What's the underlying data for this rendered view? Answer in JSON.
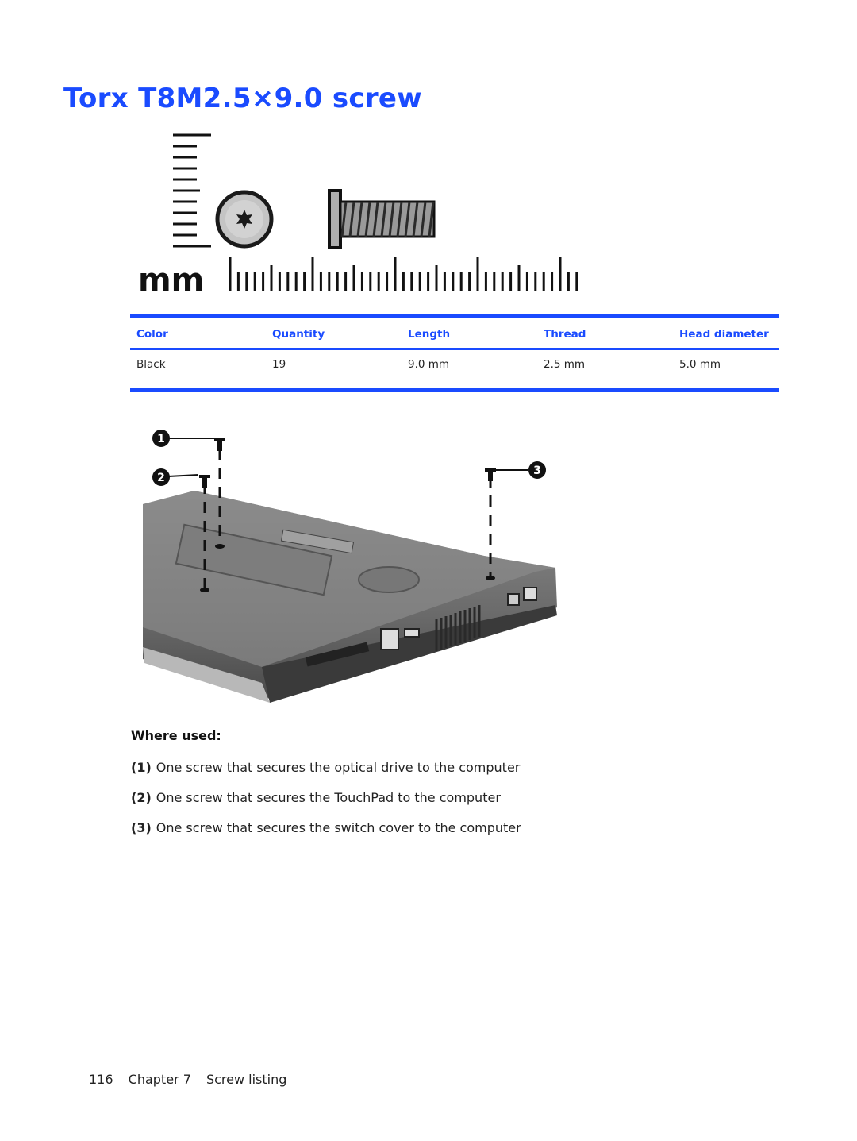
{
  "page": {
    "title": "Torx T8M2.5×9.0 screw",
    "accent_color": "#1a4bff"
  },
  "screw_figure": {
    "scale_label": "mm",
    "icons": [
      "ruler-icon",
      "torx-head-icon",
      "screw-side-icon"
    ]
  },
  "spec_table": {
    "headers": [
      "Color",
      "Quantity",
      "Length",
      "Thread",
      "Head diameter"
    ],
    "row": {
      "color": "Black",
      "quantity": "19",
      "length": "9.0 mm",
      "thread": "2.5 mm",
      "head_diameter": "5.0 mm"
    }
  },
  "laptop_figure": {
    "callouts": [
      "1",
      "2",
      "3"
    ]
  },
  "where_used": {
    "heading": "Where used:",
    "items": [
      {
        "num": "(1)",
        "text": "One screw that secures the optical drive to the computer"
      },
      {
        "num": "(2)",
        "text": "One screw that secures the TouchPad to the computer"
      },
      {
        "num": "(3)",
        "text": "One screw that secures the switch cover to the computer"
      }
    ]
  },
  "footer": {
    "page_number": "116",
    "chapter": "Chapter 7",
    "section": "Screw listing"
  }
}
